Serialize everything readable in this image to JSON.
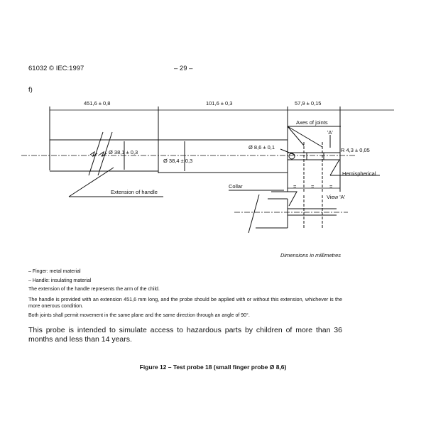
{
  "header": {
    "doc_id": "61032 © IEC:1997",
    "page_number": "– 29 –"
  },
  "section_label": "f)",
  "drawing": {
    "dimensions": {
      "handle_extension_length": "451,6 ± 0,8",
      "handle_length": "101,6 ± 0,3",
      "finger_length": "57,9 ± 0,15",
      "extension_diameter": "Ø 38,1 ± 0,3",
      "handle_diameter": "Ø 38,4 ± 0,3",
      "finger_diameter": "Ø 8,6 ± 0,1",
      "tip_radius": "R 4,3 ± 0,05"
    },
    "labels": {
      "axes_of_joints": "Axes of joints",
      "view_marker": "'A'",
      "hemispherical": "Hemispherical",
      "collar": "Collar",
      "view_a": "View 'A'",
      "extension_of_handle": "Extension of handle",
      "equal_mark": "="
    },
    "units_note": "Dimensions in millimetres"
  },
  "notes": {
    "finger": "–  Finger: metal material",
    "handle": "–  Handle: insulating material",
    "extension": "The extension of the handle represents the arm of the child.",
    "provided": "The handle is provided with an extension 451,6 mm long, and the probe should be applied with or without this extension, whichever is the more onerous condition.",
    "joints": "Both joints shall permit movement in the same plane and the same direction through an angle of 90°."
  },
  "purpose": "This probe is intended to simulate access to hazardous parts by children of more than 36 months and less than 14 years.",
  "caption": "Figure 12 – Test probe 18 (small finger probe Ø 8,6)"
}
